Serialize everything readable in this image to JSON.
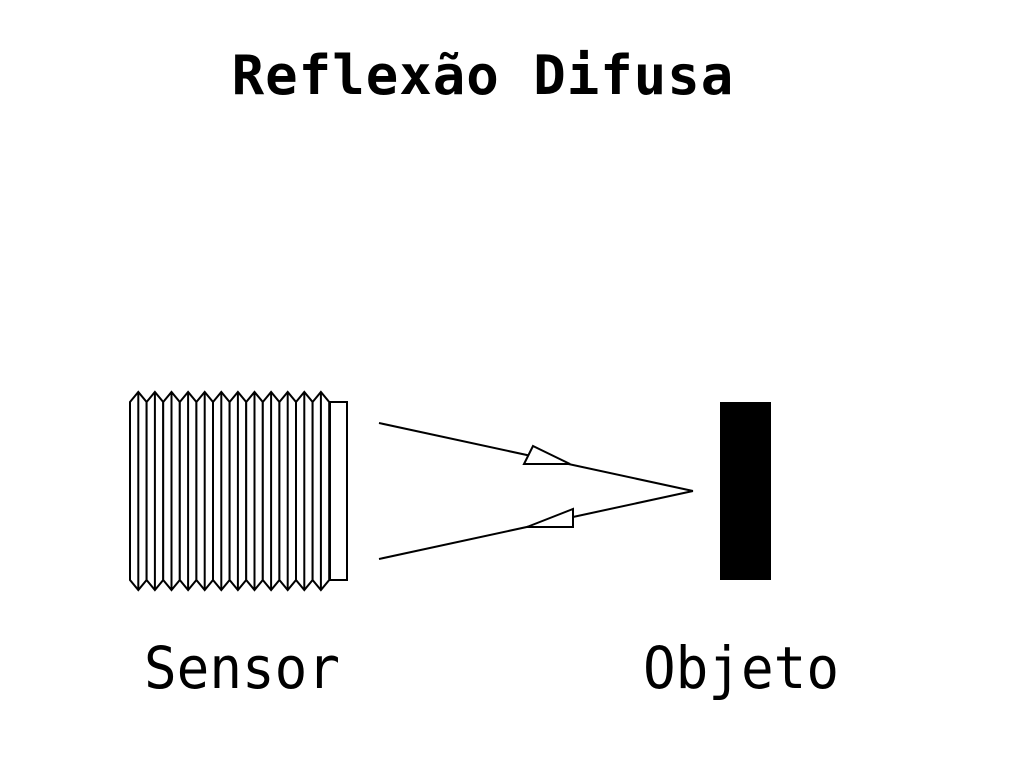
{
  "title": "Reflexão Difusa",
  "labels": {
    "sensor": "Sensor",
    "object": "Objeto"
  },
  "colors": {
    "ink": "#000000",
    "background": "#ffffff"
  },
  "elements": {
    "sensor": "threaded-cylinder-sensor",
    "object": "solid-black-rectangle",
    "emitted_ray": "arrow-right",
    "reflected_ray": "arrow-left"
  }
}
